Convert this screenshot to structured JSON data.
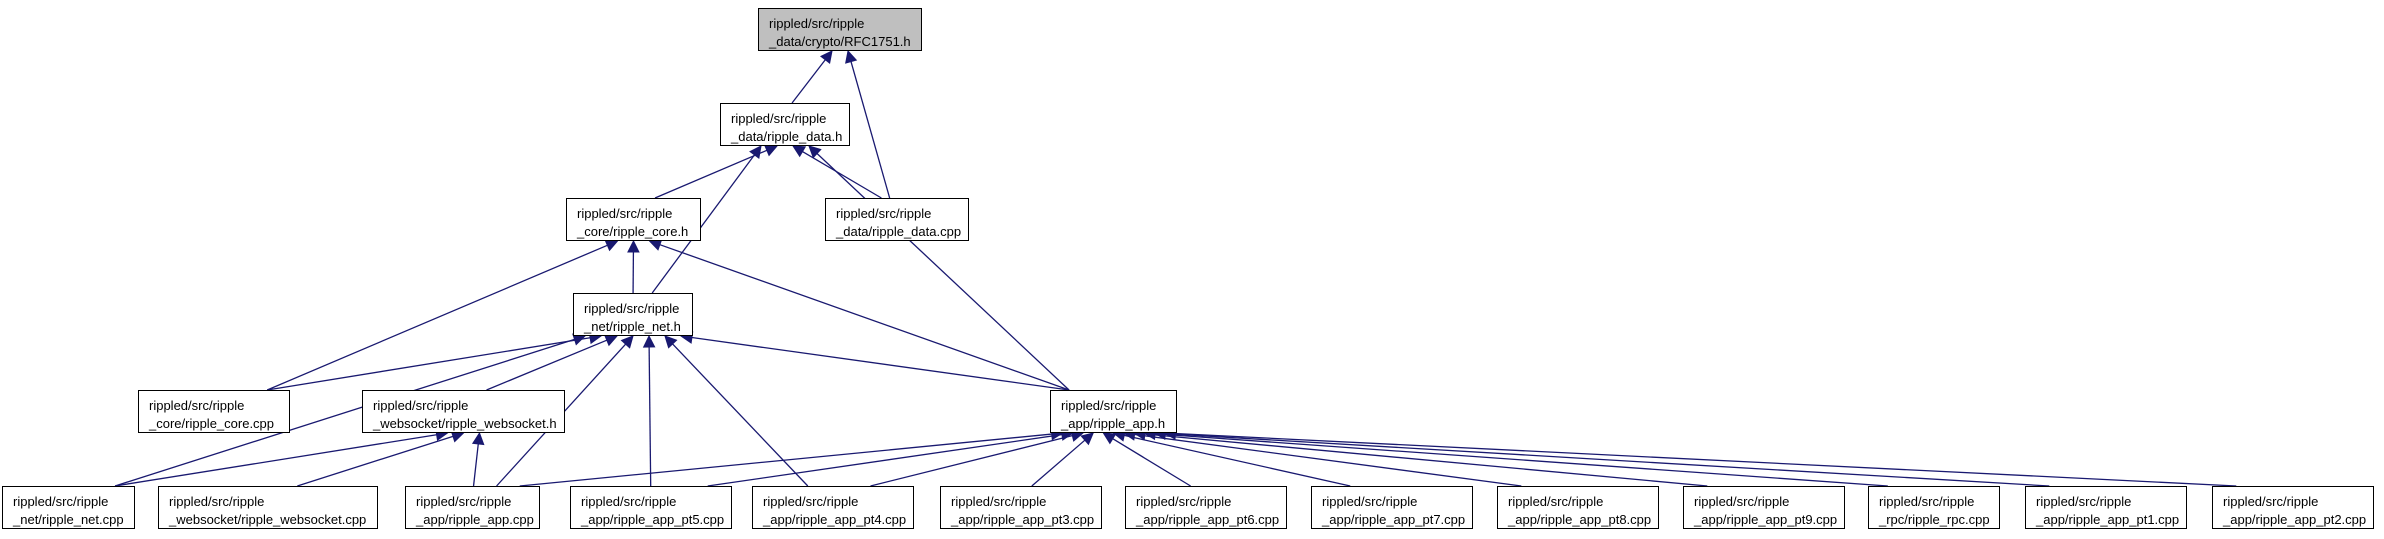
{
  "diagram": {
    "edge_color": "#191970",
    "root_fill": "#bfbfbf",
    "nodes": [
      {
        "id": "rfc1751_h",
        "line1": "rippled/src/ripple",
        "line2": "_data/crypto/RFC1751.h"
      },
      {
        "id": "ripple_data_h",
        "line1": "rippled/src/ripple",
        "line2": "_data/ripple_data.h"
      },
      {
        "id": "ripple_core_h",
        "line1": "rippled/src/ripple",
        "line2": "_core/ripple_core.h"
      },
      {
        "id": "ripple_data_cpp",
        "line1": "rippled/src/ripple",
        "line2": "_data/ripple_data.cpp"
      },
      {
        "id": "ripple_net_h",
        "line1": "rippled/src/ripple",
        "line2": "_net/ripple_net.h"
      },
      {
        "id": "ripple_core_cpp",
        "line1": "rippled/src/ripple",
        "line2": "_core/ripple_core.cpp"
      },
      {
        "id": "ripple_websocket_h",
        "line1": "rippled/src/ripple",
        "line2": "_websocket/ripple_websocket.h"
      },
      {
        "id": "ripple_app_h",
        "line1": "rippled/src/ripple",
        "line2": "_app/ripple_app.h"
      },
      {
        "id": "ripple_net_cpp",
        "line1": "rippled/src/ripple",
        "line2": "_net/ripple_net.cpp"
      },
      {
        "id": "ripple_websocket_cpp",
        "line1": "rippled/src/ripple",
        "line2": "_websocket/ripple_websocket.cpp"
      },
      {
        "id": "ripple_app_cpp",
        "line1": "rippled/src/ripple",
        "line2": "_app/ripple_app.cpp"
      },
      {
        "id": "ripple_app_pt5_cpp",
        "line1": "rippled/src/ripple",
        "line2": "_app/ripple_app_pt5.cpp"
      },
      {
        "id": "ripple_app_pt4_cpp",
        "line1": "rippled/src/ripple",
        "line2": "_app/ripple_app_pt4.cpp"
      },
      {
        "id": "ripple_app_pt3_cpp",
        "line1": "rippled/src/ripple",
        "line2": "_app/ripple_app_pt3.cpp"
      },
      {
        "id": "ripple_app_pt6_cpp",
        "line1": "rippled/src/ripple",
        "line2": "_app/ripple_app_pt6.cpp"
      },
      {
        "id": "ripple_app_pt7_cpp",
        "line1": "rippled/src/ripple",
        "line2": "_app/ripple_app_pt7.cpp"
      },
      {
        "id": "ripple_app_pt8_cpp",
        "line1": "rippled/src/ripple",
        "line2": "_app/ripple_app_pt8.cpp"
      },
      {
        "id": "ripple_app_pt9_cpp",
        "line1": "rippled/src/ripple",
        "line2": "_app/ripple_app_pt9.cpp"
      },
      {
        "id": "ripple_rpc_cpp",
        "line1": "rippled/src/ripple",
        "line2": "_rpc/ripple_rpc.cpp"
      },
      {
        "id": "ripple_app_pt1_cpp",
        "line1": "rippled/src/ripple",
        "line2": "_app/ripple_app_pt1.cpp"
      },
      {
        "id": "ripple_app_pt2_cpp",
        "line1": "rippled/src/ripple",
        "line2": "_app/ripple_app_pt2.cpp"
      }
    ],
    "edges": [
      {
        "from": "ripple_data_h",
        "to": "rfc1751_h"
      },
      {
        "from": "ripple_data_cpp",
        "to": "rfc1751_h"
      },
      {
        "from": "ripple_core_h",
        "to": "ripple_data_h"
      },
      {
        "from": "ripple_data_cpp",
        "to": "ripple_data_h"
      },
      {
        "from": "ripple_net_h",
        "to": "ripple_data_h"
      },
      {
        "from": "ripple_app_h",
        "to": "ripple_data_h"
      },
      {
        "from": "ripple_net_h",
        "to": "ripple_core_h"
      },
      {
        "from": "ripple_core_cpp",
        "to": "ripple_core_h"
      },
      {
        "from": "ripple_app_h",
        "to": "ripple_core_h"
      },
      {
        "from": "ripple_core_cpp",
        "to": "ripple_net_h"
      },
      {
        "from": "ripple_net_cpp",
        "to": "ripple_net_h"
      },
      {
        "from": "ripple_websocket_h",
        "to": "ripple_net_h"
      },
      {
        "from": "ripple_app_cpp",
        "to": "ripple_net_h"
      },
      {
        "from": "ripple_app_pt5_cpp",
        "to": "ripple_net_h"
      },
      {
        "from": "ripple_app_pt4_cpp",
        "to": "ripple_net_h"
      },
      {
        "from": "ripple_app_h",
        "to": "ripple_net_h"
      },
      {
        "from": "ripple_net_cpp",
        "to": "ripple_websocket_h"
      },
      {
        "from": "ripple_websocket_cpp",
        "to": "ripple_websocket_h"
      },
      {
        "from": "ripple_app_cpp",
        "to": "ripple_websocket_h"
      },
      {
        "from": "ripple_app_cpp",
        "to": "ripple_app_h"
      },
      {
        "from": "ripple_app_pt5_cpp",
        "to": "ripple_app_h"
      },
      {
        "from": "ripple_app_pt4_cpp",
        "to": "ripple_app_h"
      },
      {
        "from": "ripple_app_pt3_cpp",
        "to": "ripple_app_h"
      },
      {
        "from": "ripple_app_pt6_cpp",
        "to": "ripple_app_h"
      },
      {
        "from": "ripple_app_pt7_cpp",
        "to": "ripple_app_h"
      },
      {
        "from": "ripple_app_pt8_cpp",
        "to": "ripple_app_h"
      },
      {
        "from": "ripple_app_pt9_cpp",
        "to": "ripple_app_h"
      },
      {
        "from": "ripple_rpc_cpp",
        "to": "ripple_app_h"
      },
      {
        "from": "ripple_app_pt1_cpp",
        "to": "ripple_app_h"
      },
      {
        "from": "ripple_app_pt2_cpp",
        "to": "ripple_app_h"
      }
    ]
  }
}
